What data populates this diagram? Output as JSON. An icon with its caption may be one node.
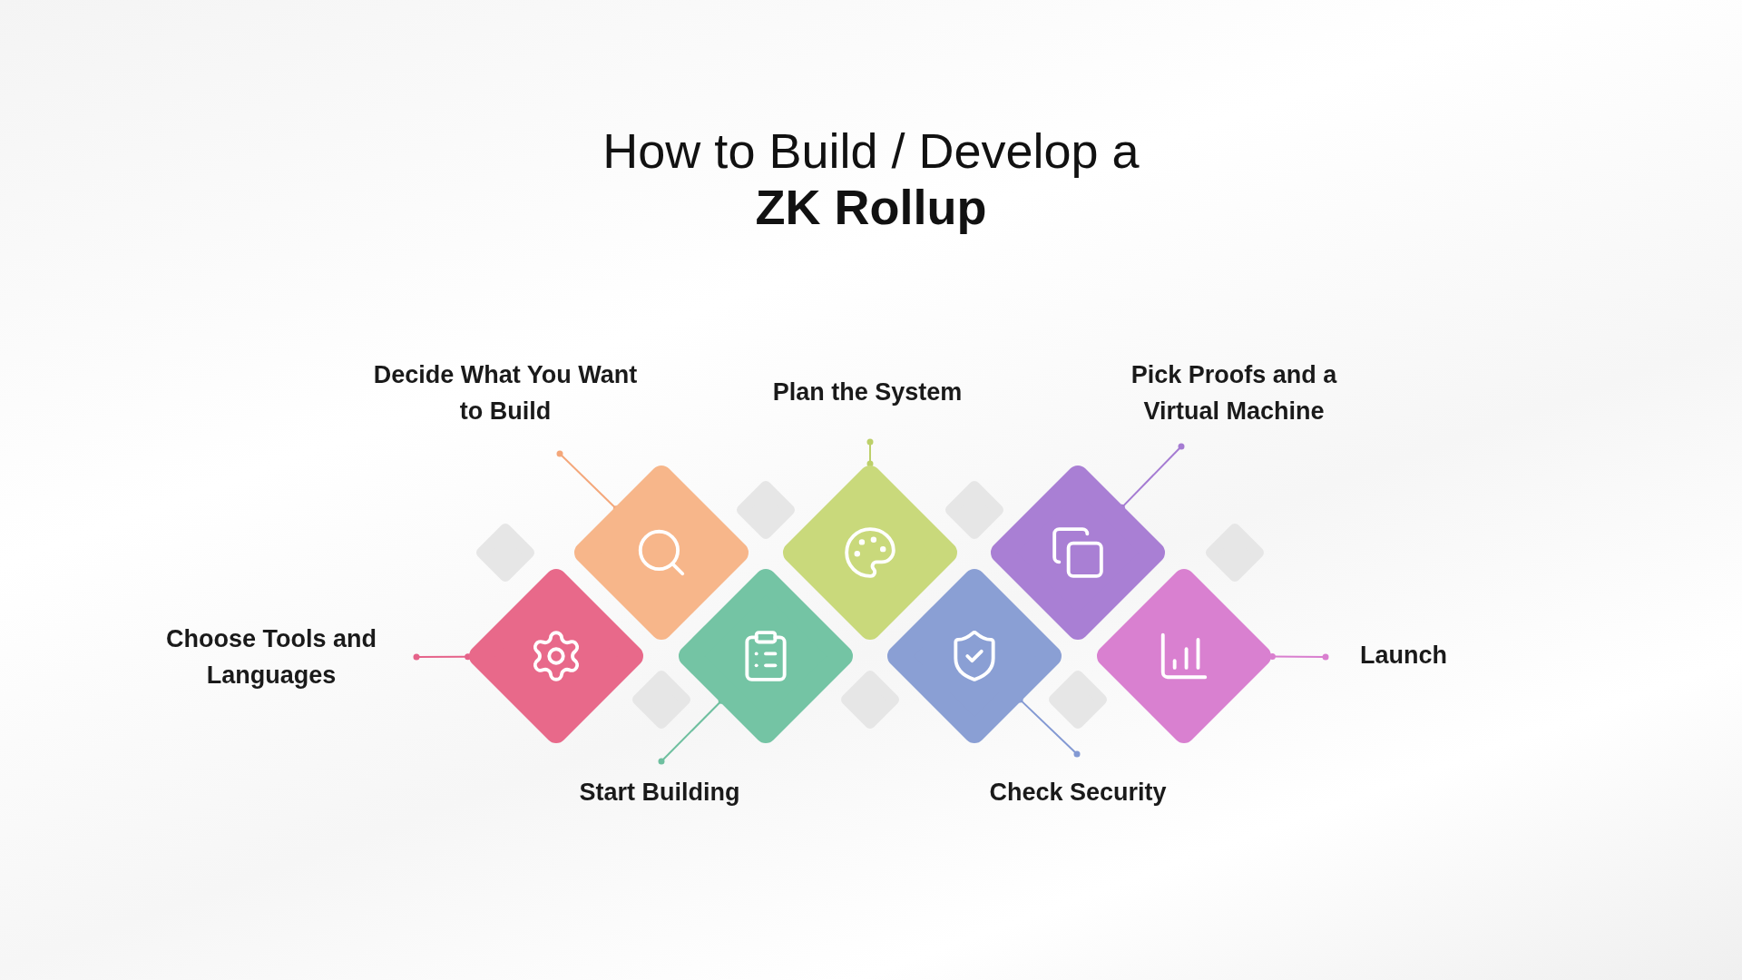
{
  "diagram": {
    "title": "How to Build / Develop a **ZK Rollup**",
    "nodes": [
      {
        "text": [
          "Decide What You Want to Build"
        ]
      },
      {
        "text": [
          "Plan the System"
        ]
      },
      {
        "text": [
          "Pick Proofs and a Virtual Machine"
        ]
      },
      {
        "text": [
          "Choose Tools and Languages"
        ]
      },
      {
        "text": [
          "Launch"
        ]
      },
      {
        "text": [
          "Start Building"
        ]
      },
      {
        "text": [
          "Check Security"
        ]
      },
      {
        "text": [],
        "shape": "diamond"
      },
      {
        "text": [],
        "shape": "diamond"
      },
      {
        "text": [],
        "shape": "diamond"
      },
      {
        "text": [],
        "shape": "diamond"
      },
      {
        "text": [],
        "shape": "diamond"
      },
      {
        "text": [],
        "shape": "diamond"
      },
      {
        "text": [],
        "shape": "diamond"
      }
    ],
    "edges": [
      {
        "from": 0,
        "to": 7,
        "arrow": "other",
        "color": "#f4a77a"
      },
      {
        "from": 1,
        "to": 8,
        "arrow": "other",
        "color": "#bdd06a"
      },
      {
        "from": 2,
        "to": 9,
        "arrow": "other",
        "color": "#a57bd2"
      },
      {
        "from": 3,
        "to": 10,
        "arrow": "other",
        "color": "#e5638a"
      },
      {
        "from": 4,
        "to": 13,
        "arrow": "other",
        "color": "#d97fcf"
      },
      {
        "from": 5,
        "to": 11,
        "arrow": "other",
        "color": "#6ebf9f"
      },
      {
        "from": 6,
        "to": 12,
        "arrow": "other",
        "color": "#8399d3"
      }
    ]
  }
}
